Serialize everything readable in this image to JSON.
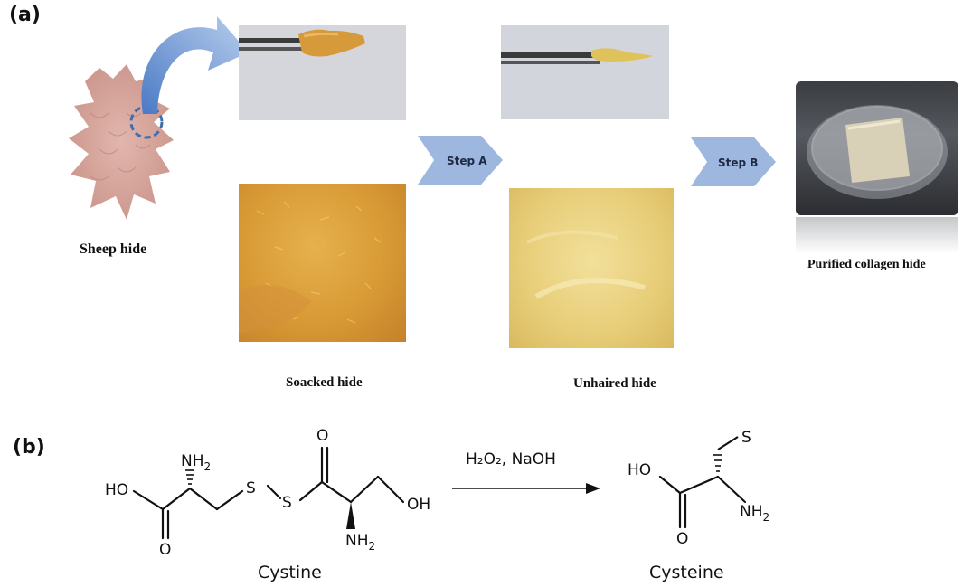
{
  "panel_a": {
    "label": "(a)",
    "captions": {
      "sheep_hide": "Sheep hide",
      "soaked_hide": "Soacked hide",
      "unhaired_hide": "Unhaired  hide",
      "purified": "Purified collagen hide"
    },
    "steps": {
      "a": "Step A",
      "b": "Step B"
    }
  },
  "panel_b": {
    "label": "(b)",
    "reactant": {
      "name": "Cystine",
      "atoms": {
        "ho": "HO",
        "nh2_top": "NH",
        "nh2_bottom": "NH",
        "s1": "S",
        "s2": "S",
        "oh": "OH",
        "o_bottom": "O",
        "o_top": "O",
        "sub2": "2"
      }
    },
    "reagents": "H₂O₂, NaOH",
    "product": {
      "name": "Cysteine",
      "atoms": {
        "ho": "HO",
        "s": "S",
        "nh2": "NH",
        "o": "O",
        "sub2": "2"
      }
    }
  },
  "colors": {
    "step_arrow": "#9db7df",
    "curved_arrow": "#6f9ad6",
    "circle": "#3d6eb0",
    "sheep": "#d9a9a0",
    "hide_orange": "#d79a3a",
    "hide_yellow": "#e9d37f"
  }
}
